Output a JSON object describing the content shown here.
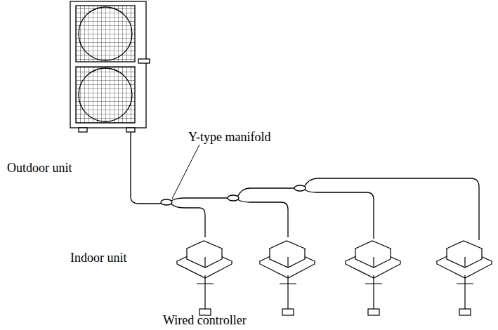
{
  "diagram": {
    "labels": [
      "Outdoor unit",
      "Y-type manifold",
      "Indoor unit",
      "Wired controller"
    ]
  }
}
